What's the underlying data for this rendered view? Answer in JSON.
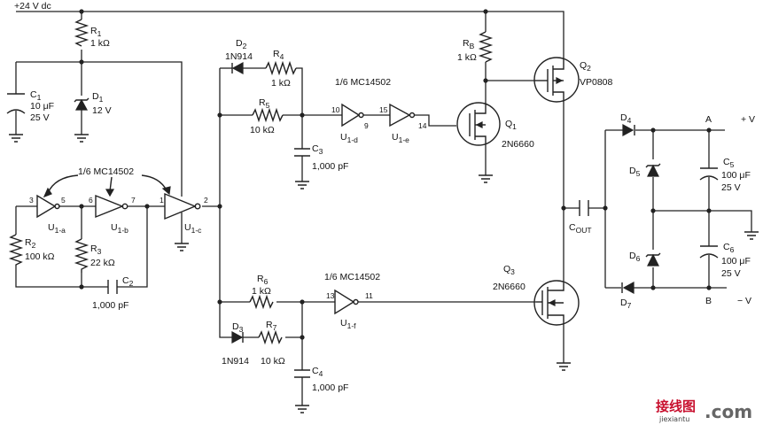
{
  "supply": "+24 V dc",
  "r1": {
    "name": "R",
    "sub": "1",
    "value": "1 kΩ"
  },
  "c1": {
    "name": "C",
    "sub": "1",
    "value1": "10 μF",
    "value2": "25 V"
  },
  "d1": {
    "name": "D",
    "sub": "1",
    "value": "12 V"
  },
  "r2": {
    "name": "R",
    "sub": "2",
    "value": "100 kΩ"
  },
  "r3": {
    "name": "R",
    "sub": "3",
    "value": "22 kΩ"
  },
  "c2": {
    "name": "C",
    "sub": "2",
    "value": "1,000 pF"
  },
  "ic_top_left": "1/6 MC14502",
  "u1a": {
    "name": "U",
    "sub": "1-a",
    "pin_in": "3",
    "pin_out": "5"
  },
  "u1b": {
    "name": "U",
    "sub": "1-b",
    "pin_in": "6",
    "pin_out": "7"
  },
  "u1c": {
    "name": "U",
    "sub": "1-c",
    "pin_in": "1",
    "pin_out": "2"
  },
  "d2": {
    "name": "D",
    "sub": "2",
    "value": "1N914"
  },
  "r4": {
    "name": "R",
    "sub": "4",
    "value": "1 kΩ"
  },
  "r5": {
    "name": "R",
    "sub": "5",
    "value": "10 kΩ"
  },
  "c3": {
    "name": "C",
    "sub": "3",
    "value": "1,000 pF"
  },
  "ic_top_mid": "1/6 MC14502",
  "u1d": {
    "name": "U",
    "sub": "1-d",
    "pin_in": "10",
    "pin_out": "9"
  },
  "u1e": {
    "name": "U",
    "sub": "1-e",
    "pin_in": "15",
    "pin_out": "14"
  },
  "rb": {
    "name": "R",
    "sub": "B",
    "value": "1 kΩ"
  },
  "q1": {
    "name": "Q",
    "sub": "1",
    "part": "2N6660"
  },
  "q2": {
    "name": "Q",
    "sub": "2",
    "part": "VP0808"
  },
  "r6": {
    "name": "R",
    "sub": "6",
    "value": "1 kΩ"
  },
  "d3": {
    "name": "D",
    "sub": "3",
    "value": "1N914"
  },
  "r7": {
    "name": "R",
    "sub": "7",
    "value": "10 kΩ"
  },
  "c4": {
    "name": "C",
    "sub": "4",
    "value": "1,000 pF"
  },
  "ic_bottom": "1/6 MC14502",
  "u1f": {
    "name": "U",
    "sub": "1-f",
    "pin_in": "13",
    "pin_out": "11"
  },
  "q3": {
    "name": "Q",
    "sub": "3",
    "part": "2N6660"
  },
  "cout": {
    "name": "C",
    "sub": "OUT"
  },
  "d4": {
    "name": "D",
    "sub": "4"
  },
  "d5": {
    "name": "D",
    "sub": "5"
  },
  "d6": {
    "name": "D",
    "sub": "6"
  },
  "d7": {
    "name": "D",
    "sub": "7"
  },
  "c5": {
    "name": "C",
    "sub": "5",
    "value1": "100 μF",
    "value2": "25 V"
  },
  "c6": {
    "name": "C",
    "sub": "6",
    "value1": "100 μF",
    "value2": "25 V"
  },
  "node_a": "A",
  "node_b": "B",
  "out_plus": "+ V",
  "out_minus": "− V",
  "watermark": {
    "cn": "接线图",
    "dom": ".com",
    "site": "jiexiantu"
  }
}
